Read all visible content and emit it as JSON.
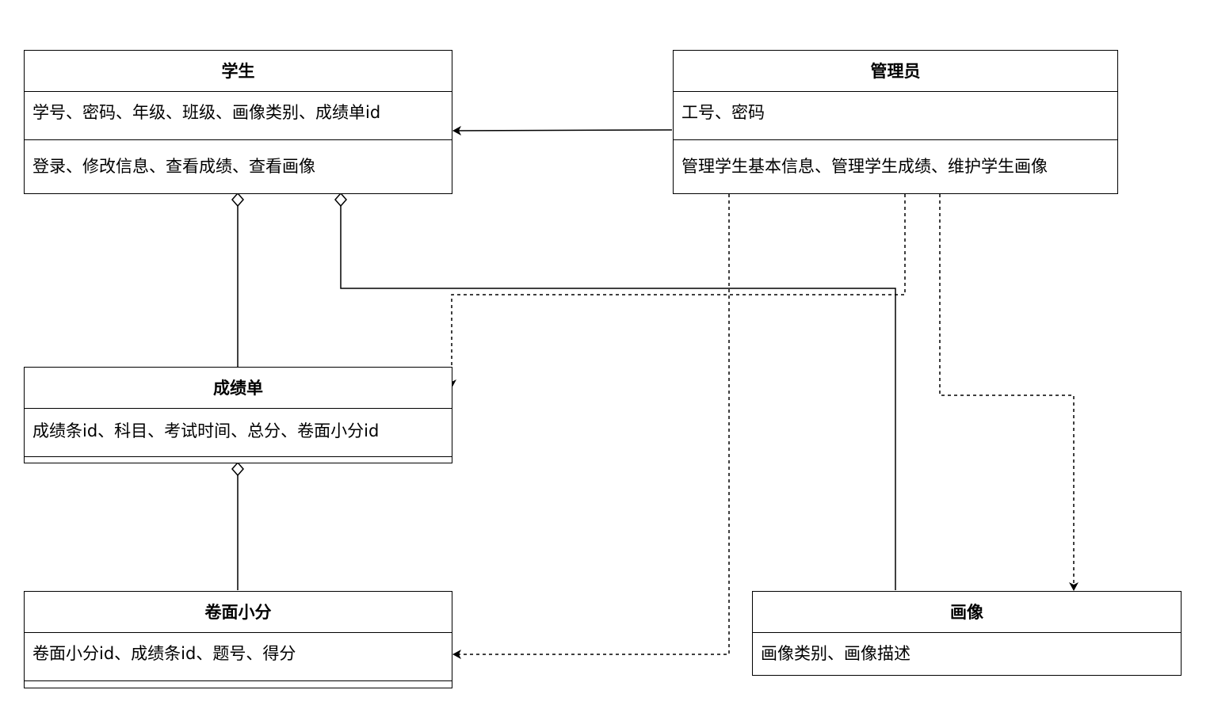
{
  "classes": {
    "student": {
      "title": "学生",
      "attributes": "学号、密码、年级、班级、画像类别、成绩单id",
      "methods": "登录、修改信息、查看成绩、查看画像"
    },
    "admin": {
      "title": "管理员",
      "attributes": "工号、密码",
      "methods": "管理学生基本信息、管理学生成绩、维护学生画像"
    },
    "transcript": {
      "title": "成绩单",
      "attributes": "成绩条id、科目、考试时间、总分、卷面小分id",
      "methods": ""
    },
    "score_detail": {
      "title": "卷面小分",
      "attributes": "卷面小分id、成绩条id、题号、得分",
      "methods": ""
    },
    "portrait": {
      "title": "画像",
      "attributes": "画像类别、画像描述"
    }
  },
  "relations": [
    {
      "from": "管理员",
      "to": "学生",
      "type": "association"
    },
    {
      "from": "学生",
      "to": "成绩单",
      "type": "aggregation"
    },
    {
      "from": "学生",
      "to": "画像",
      "type": "aggregation"
    },
    {
      "from": "成绩单",
      "to": "卷面小分",
      "type": "aggregation"
    },
    {
      "from": "管理员",
      "to": "成绩单",
      "type": "dependency"
    },
    {
      "from": "管理员",
      "to": "卷面小分",
      "type": "dependency"
    },
    {
      "from": "管理员",
      "to": "画像",
      "type": "dependency"
    }
  ],
  "colors": {
    "line": "#000000",
    "background": "#ffffff"
  }
}
